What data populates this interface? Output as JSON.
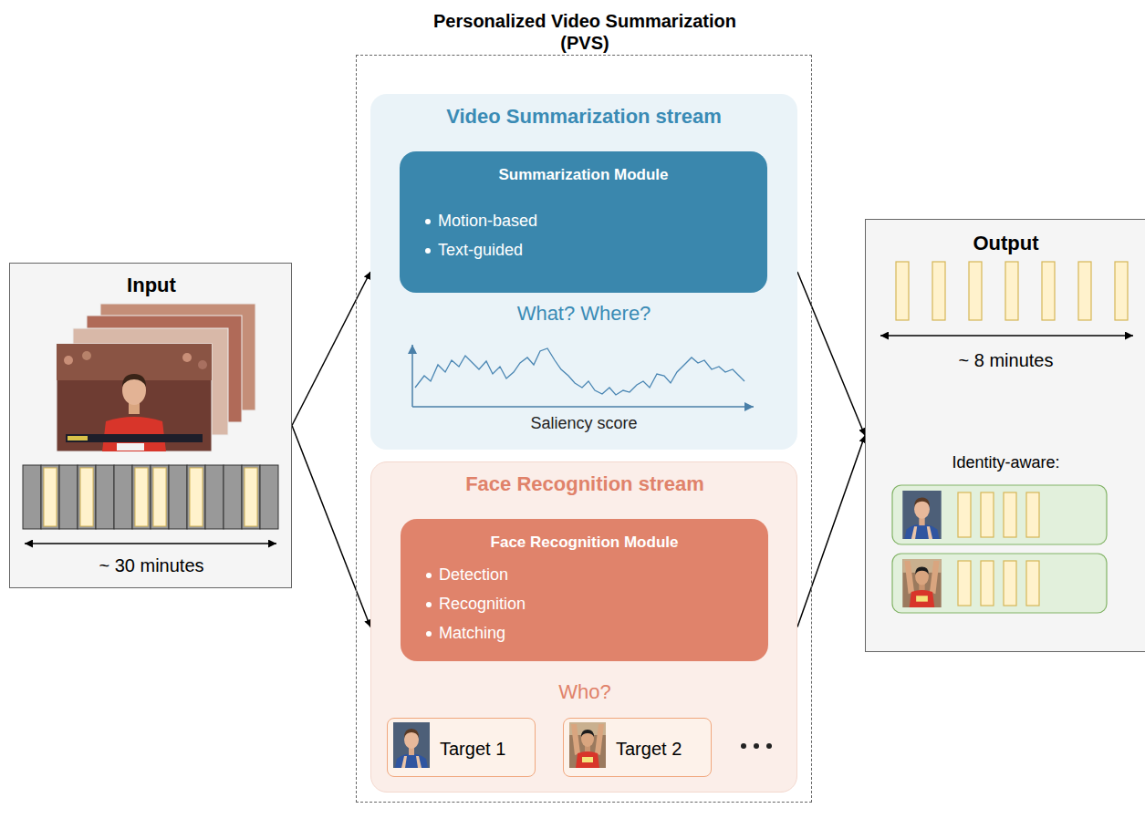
{
  "diagram": {
    "nodes": [
      {
        "text": [
          "Personalized Video Summarization (PVS)"
        ]
      },
      {
        "text": [
          "Input",
          "~ 30 minutes"
        ]
      },
      {
        "text": [
          "Video Summarization stream",
          "What? Where?",
          "Saliency score"
        ],
        "in": 0
      },
      {
        "text": [
          "Summarization Module",
          "Motion-based",
          "Text-guided"
        ],
        "in": 2
      },
      {
        "text": [
          "Face Recognition stream",
          "Who?"
        ],
        "in": 0
      },
      {
        "text": [
          "Face Recognition Module",
          "Detection",
          "Recognition",
          "Matching"
        ],
        "in": 4
      },
      {
        "text": [
          "Target 1"
        ],
        "in": 4
      },
      {
        "text": [
          "Target 2"
        ],
        "in": 4
      },
      {
        "text": [
          "Output",
          "~ 8 minutes",
          "Identity-aware:"
        ]
      }
    ],
    "edges": [
      {
        "from": 1,
        "to": 2,
        "arrow": "to"
      },
      {
        "from": 1,
        "to": 4,
        "arrow": "to"
      },
      {
        "from": 2,
        "to": 8,
        "arrow": "to"
      },
      {
        "from": 4,
        "to": 8,
        "arrow": "to"
      }
    ]
  }
}
